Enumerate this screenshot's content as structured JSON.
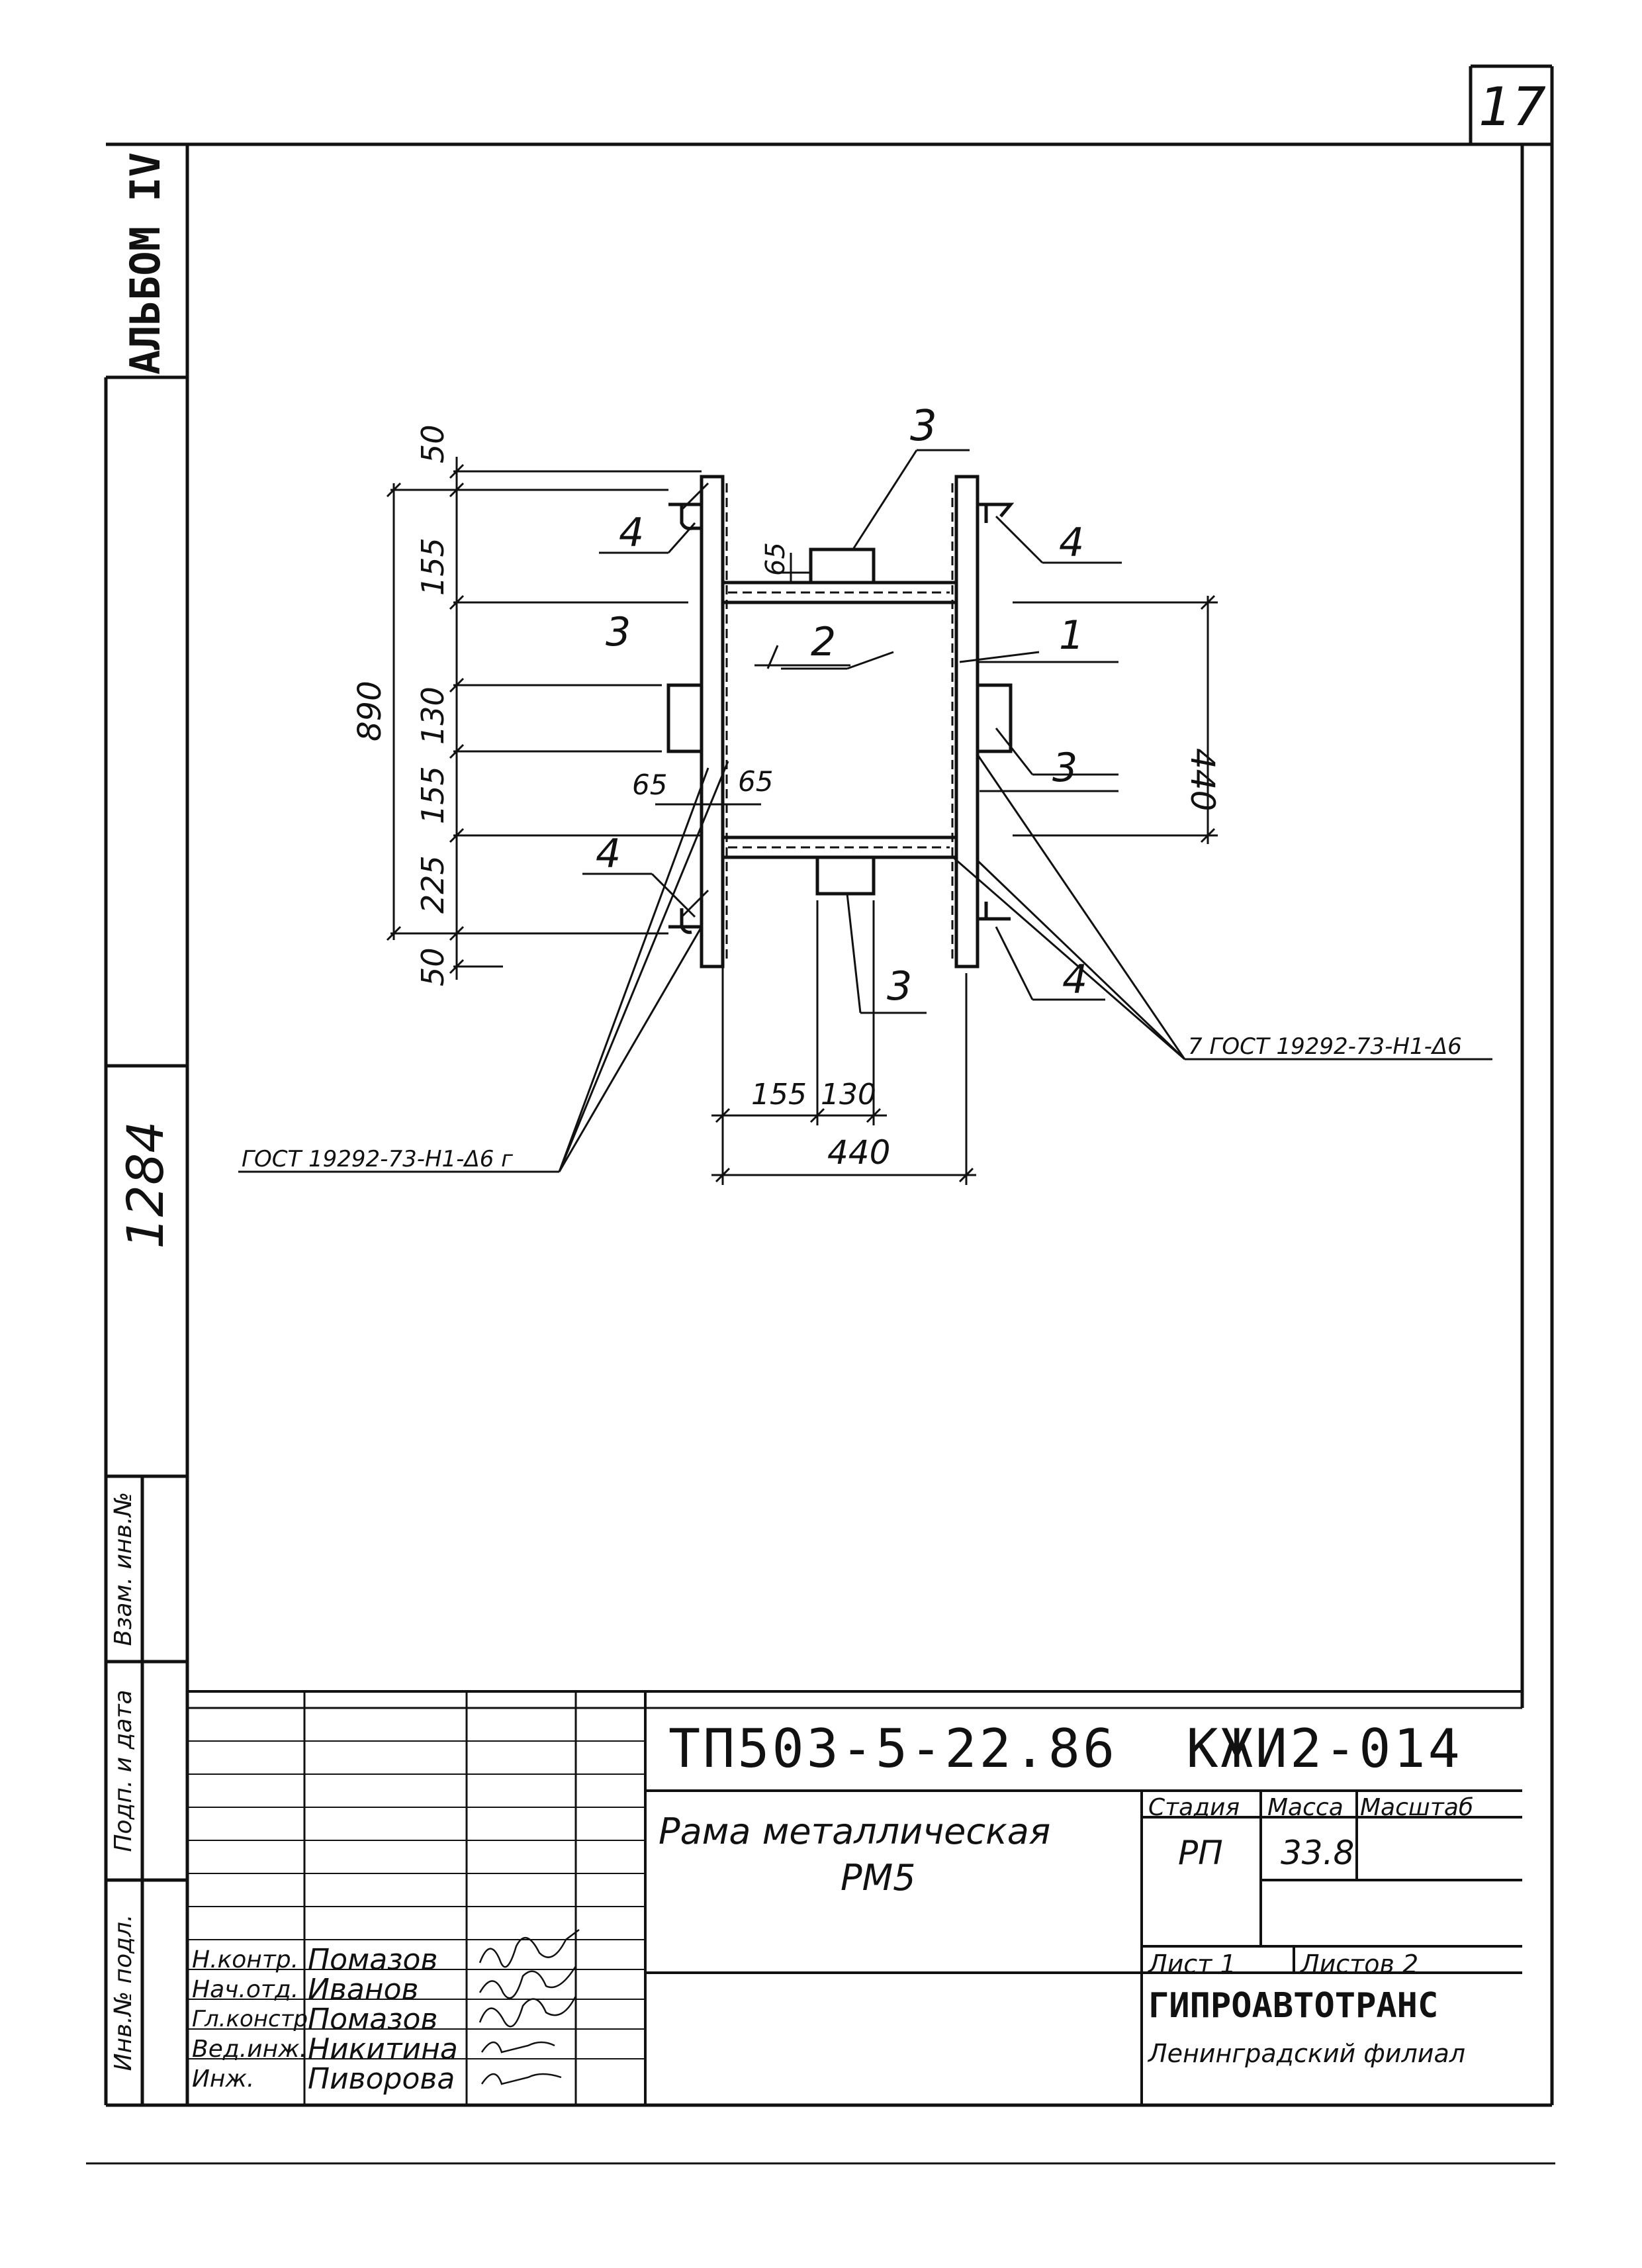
{
  "sheet_number": "17",
  "album_label": "АЛЬБОМ IV",
  "inventory_no": "1284",
  "side_stamp": {
    "swap_inv": "Взам. инв.№",
    "sign_date": "Подп. и дата",
    "orig_inv": "Инв.№ подл."
  },
  "drawing": {
    "positions": {
      "p1": "1",
      "p2": "2",
      "p3a": "3",
      "p3b": "3",
      "p3c": "3",
      "p3d": "3",
      "p4a": "4",
      "p4b": "4",
      "p4c": "4",
      "p4d": "4"
    },
    "dims": {
      "top_50": "50",
      "d155a": "155",
      "d130": "130",
      "d155b": "155",
      "d225": "225",
      "bottom_50": "50",
      "overall_890": "890",
      "right_440": "440",
      "d65_top": "65",
      "d65_left": "65",
      "d65_right": "65",
      "bot_155": "155",
      "bot_130": "130",
      "bot_440": "440"
    },
    "weld_left": "ГОСТ 19292-73-Н1-Δ6 г",
    "weld_right": "7 ГОСТ 19292-73-Н1-Δ6"
  },
  "title_block": {
    "doc_code": "ТП503-5-22.86  КЖИ2-014",
    "title_line1": "Рама металлическая",
    "title_line2": "РМ5",
    "headers": {
      "stage": "Стадия",
      "mass": "Масса",
      "scale": "Масштаб"
    },
    "stage": "РП",
    "mass": "33.8",
    "scale": "",
    "sheet_label": "Лист 1",
    "sheets_label": "Листов 2",
    "org": "ГИПРОАВТОТРАНС",
    "branch": "Ленинградский филиал",
    "people": [
      {
        "role": "Н.контр.",
        "name": "Помазов"
      },
      {
        "role": "Нач.отд.",
        "name": "Иванов"
      },
      {
        "role": "Гл.констр.",
        "name": "Помазов"
      },
      {
        "role": "Вед.инж.",
        "name": "Никитина"
      },
      {
        "role": "Инж.",
        "name": "Пиворова"
      }
    ]
  }
}
